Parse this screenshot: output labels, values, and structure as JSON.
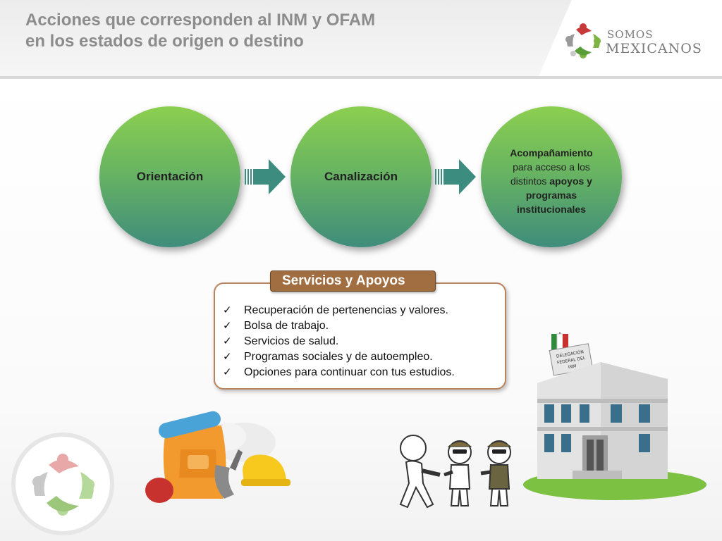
{
  "header": {
    "title_line1": "Acciones que corresponden al INM y OFAM",
    "title_line2": "en los estados de origen o destino"
  },
  "logo": {
    "somos": "SOMOS",
    "mexicanos": "MEXICANOS"
  },
  "process": {
    "step1": "Orientación",
    "step2": "Canalización",
    "step3": {
      "part1": "Acompañamiento",
      "part2": "para acceso a los distintos",
      "part3": "apoyos y programas institucionales"
    }
  },
  "services": {
    "heading": "Servicios y Apoyos",
    "check_glyph": "✓",
    "items": [
      "Recuperación de pertenencias y valores.",
      "Bolsa de trabajo.",
      "Servicios de salud.",
      "Programas sociales y de autoempleo.",
      "Opciones para continuar con tus estudios."
    ]
  },
  "building_sign": {
    "line1": "DELEGACIÓN",
    "line2": "FEDERAL DEL",
    "line3": "INM"
  },
  "colors": {
    "title_gray": "#8c8c8c",
    "circle_green_top": "#8ccf50",
    "circle_green_bottom": "#3f8c7c",
    "arrow_teal": "#3c8c80",
    "tab_brown": "#a06e40",
    "panel_border": "#b8845e"
  }
}
